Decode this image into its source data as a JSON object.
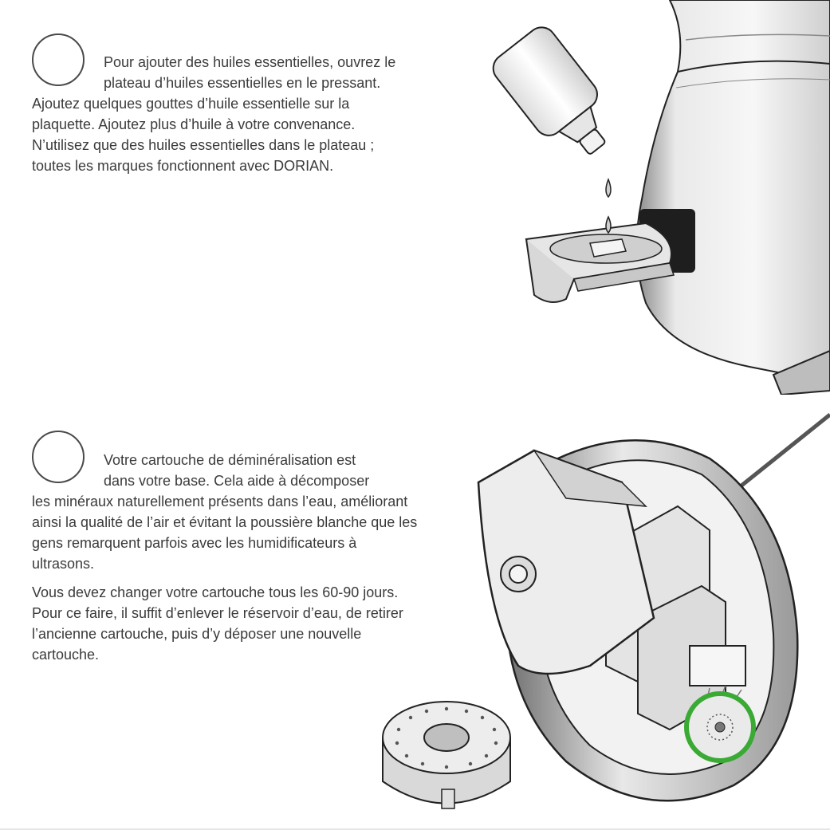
{
  "section1": {
    "line1": "Pour ajouter des huiles essentielles, ouvrez le",
    "line2": "plateau d’huiles essentielles en le pressant.",
    "rest": "Ajoutez quelques gouttes d’huile essentielle sur la plaquette. Ajoutez plus d’huile à votre convenance. N’utilisez que des huiles essentielles dans le plateau ; toutes les marques fonctionnent avec DORIAN."
  },
  "section2": {
    "line1": "Votre cartouche de déminéralisation est",
    "line2": "dans votre base. Cela aide à décomposer",
    "rest": "les minéraux naturellement présents dans l’eau, améliorant ainsi la qualité de l’air et évitant la poussière blanche que les gens remarquent parfois avec les humidificateurs à ultrasons.",
    "para2": "Vous devez changer votre cartouche tous les 60-90 jours. Pour ce faire, il suffit d’enlever le réservoir d’eau, de retirer l’ancienne cartouche, puis d’y déposer une nouvelle cartouche."
  },
  "colors": {
    "highlight_ring": "#3aaa35",
    "text": "#3b3b3b",
    "outline": "#4a4a4a"
  },
  "icons": {
    "step_marker": "circle-outline"
  }
}
